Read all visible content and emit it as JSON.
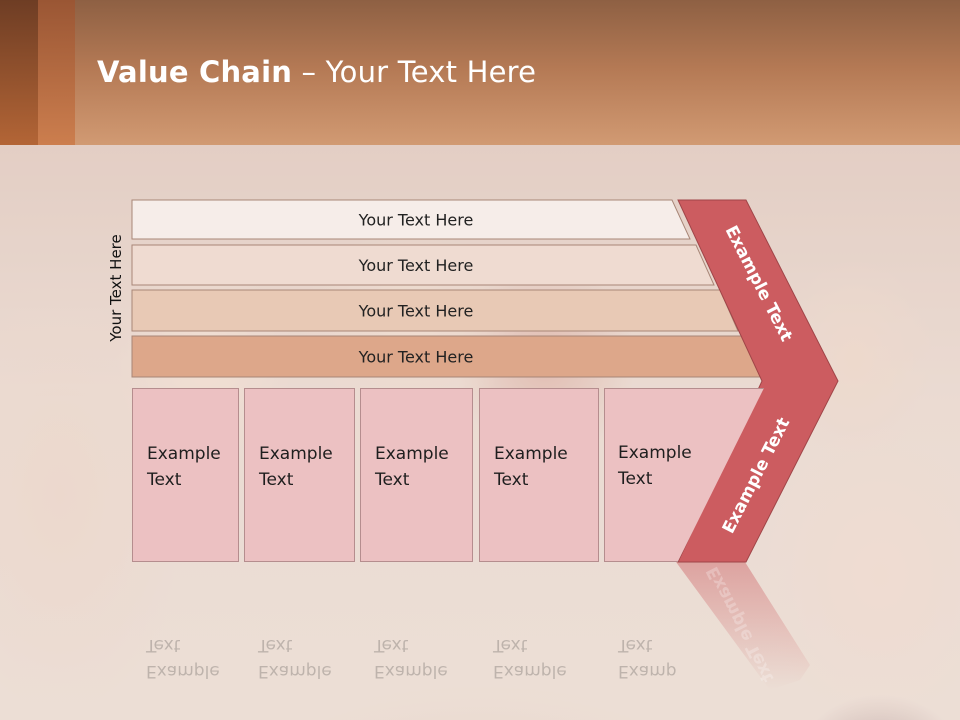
{
  "slide": {
    "title_bold": "Value Chain",
    "title_rest": " – Your Text Here",
    "side_label": "Your Text Here"
  },
  "bars": [
    {
      "label": "Your Text Here",
      "color": "#f6ede9"
    },
    {
      "label": "Your Text Here",
      "color": "#efdbd1"
    },
    {
      "label": "Your Text Here",
      "color": "#e8c9b5"
    },
    {
      "label": "Your Text Here",
      "color": "#dda78a"
    }
  ],
  "boxes": [
    {
      "line1": "Example",
      "line2": "Text"
    },
    {
      "line1": "Example",
      "line2": "Text"
    },
    {
      "line1": "Example",
      "line2": "Text"
    },
    {
      "line1": "Example",
      "line2": "Text"
    },
    {
      "line1": "Example",
      "line2": "Text"
    }
  ],
  "arrow": {
    "upper_label": "Example Text",
    "lower_label": "Example Text",
    "color": "#cc5c60"
  },
  "colors": {
    "header_top": "#8e6043",
    "header_bottom": "#d19a73",
    "box_fill": "#ecc1c2"
  }
}
